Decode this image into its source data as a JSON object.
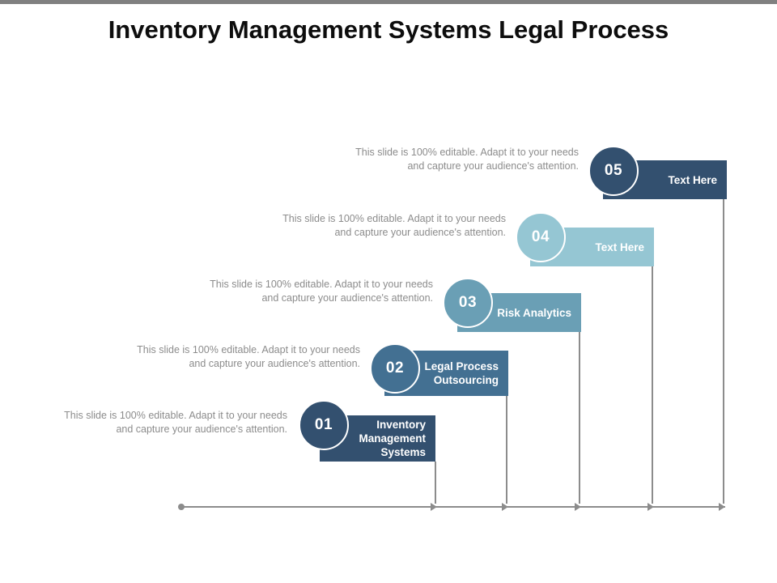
{
  "slide": {
    "title": "Inventory Management Systems Legal Process",
    "background_color": "#ffffff",
    "top_strip_color": "#808080",
    "axis_color": "#8c8c8c",
    "description_color": "#8c8c8c"
  },
  "steps": [
    {
      "number": "01",
      "label": "Inventory Management Systems",
      "description": "This slide is 100% editable. Adapt it to your needs and capture your audience's attention.",
      "color": "#33506f"
    },
    {
      "number": "02",
      "label": "Legal Process Outsourcing",
      "description": "This slide is 100% editable. Adapt it to your needs and capture your audience's attention.",
      "color": "#437092"
    },
    {
      "number": "03",
      "label": "Risk Analytics",
      "description": "This slide is 100% editable. Adapt it to your needs and capture your audience's attention.",
      "color": "#6a9fb5"
    },
    {
      "number": "04",
      "label": "Text Here",
      "description": "This slide is 100% editable. Adapt it to your needs and capture your audience's attention.",
      "color": "#95c6d3"
    },
    {
      "number": "05",
      "label": "Text Here",
      "description": "This slide is 100% editable. Adapt it to your needs and capture your audience's attention.",
      "color": "#33506f"
    }
  ]
}
